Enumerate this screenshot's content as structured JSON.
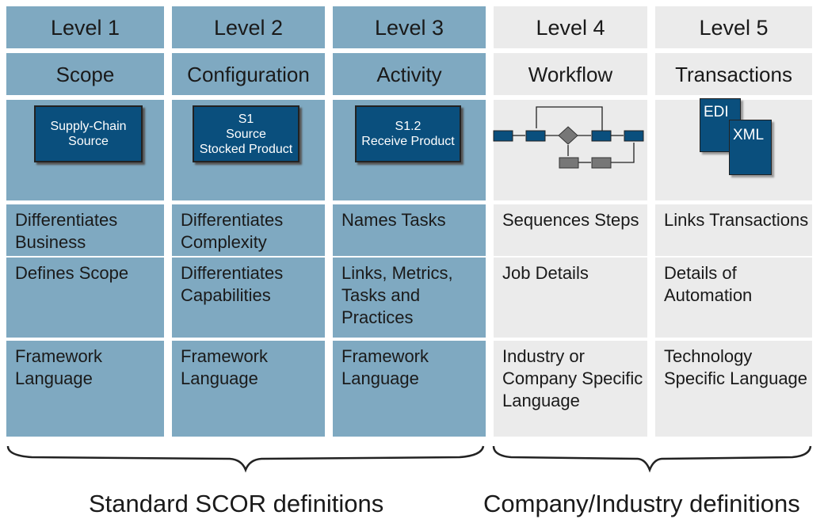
{
  "columns": [
    {
      "level": "Level 1",
      "name": "Scope",
      "box": [
        "Supply-Chain",
        "Source"
      ],
      "rows": [
        "Differentiates Business",
        "Defines Scope",
        "Framework Language"
      ]
    },
    {
      "level": "Level 2",
      "name": "Configuration",
      "box": [
        "S1",
        "Source",
        "Stocked Product"
      ],
      "rows": [
        "Differentiates Complexity",
        "Differentiates Capabilities",
        "Framework Language"
      ]
    },
    {
      "level": "Level 3",
      "name": "Activity",
      "box": [
        "S1.2",
        "Receive Product"
      ],
      "rows": [
        "Names Tasks",
        "Links, Metrics, Tasks and Practices",
        "Framework Language"
      ]
    },
    {
      "level": "Level 4",
      "name": "Workflow",
      "rows": [
        "Sequences Steps",
        "Job Details",
        "Industry or Company Specific Language"
      ]
    },
    {
      "level": "Level 5",
      "name": "Transactions",
      "docs": [
        "EDI",
        "XML"
      ],
      "rows": [
        "Links Transactions",
        "Details of Automation",
        "Technology Specific Language"
      ]
    }
  ],
  "footer": {
    "left": "Standard SCOR definitions",
    "right": "Company/Industry definitions"
  },
  "colors": {
    "standard": "#7fa9c1",
    "company": "#ebebeb",
    "box": "#0a4f7d"
  }
}
